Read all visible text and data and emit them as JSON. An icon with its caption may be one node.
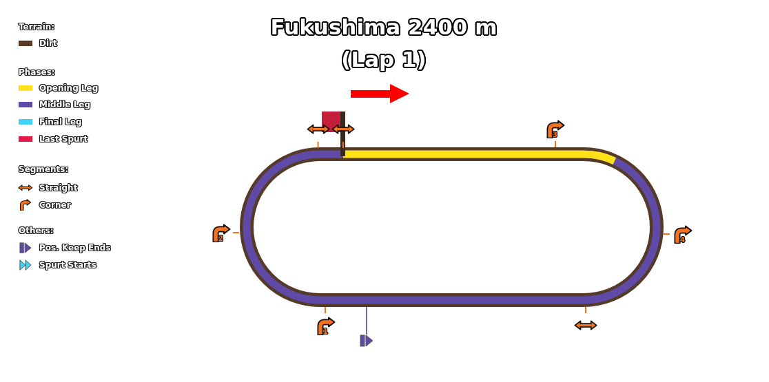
{
  "diagram": {
    "title": "Fukushima 2400 m (Lap 1)",
    "labels": [
      "Terrain:",
      "Phases:",
      "Segments:",
      "Others:",
      "3",
      "2",
      "4",
      "1"
    ],
    "legend": [
      {
        "text": "Dirt",
        "color": "#553a28"
      },
      {
        "text": "Opening Leg",
        "color": "#ffe119"
      },
      {
        "text": "Middle Leg",
        "color": "#5f4aa8"
      },
      {
        "text": "Final Leg",
        "color": "#42d4f4"
      },
      {
        "text": "Last Spurt",
        "color": "#e6194b"
      },
      {
        "text": "Straight"
      },
      {
        "text": "Corner"
      },
      {
        "text": "Pos. Keep Ends"
      },
      {
        "text": "Spurt Starts"
      }
    ]
  }
}
